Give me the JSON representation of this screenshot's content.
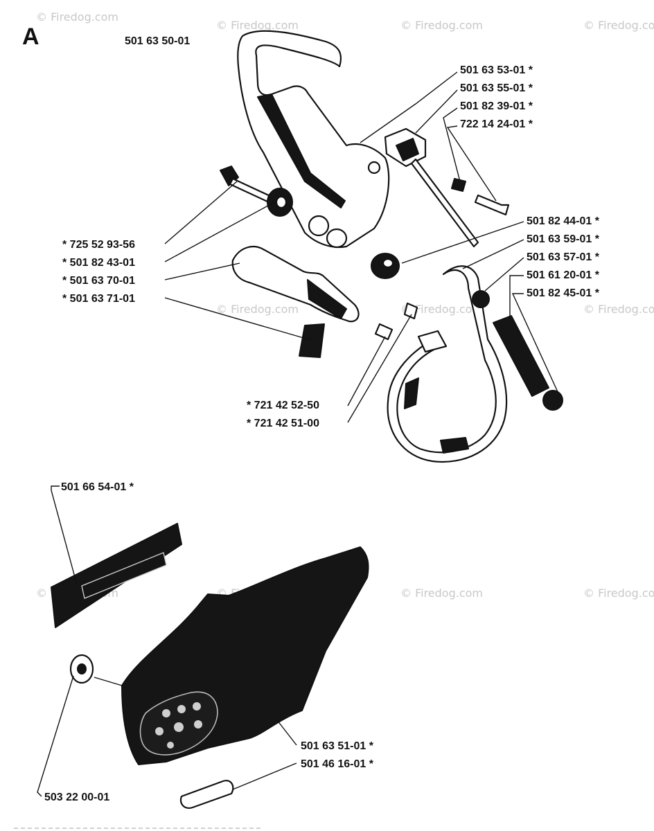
{
  "section_letter": "A",
  "watermark": "© Firedog.com",
  "labels": {
    "top": "501 63 50-01",
    "r1": "501 63 53-01 *",
    "r2": "501 63 55-01 *",
    "r3": "501 82 39-01 *",
    "r4": "722 14 24-01 *",
    "r5": "501 82 44-01 *",
    "r6": "501 63 59-01 *",
    "r7": "501 63 57-01 *",
    "r8": "501 61 20-01 *",
    "r9": "501 82 45-01 *",
    "l1": "* 725 52 93-56",
    "l2": "* 501 82 43-01",
    "l3": "* 501 63 70-01",
    "l4": "* 501 63 71-01",
    "m1": "* 721 42 52-50",
    "m2": "* 721 42 51-00",
    "b1": "501 66 54-01 *",
    "b2": "501 63 51-01 *",
    "b3": "501 46 16-01 *",
    "b4": "503 22 00-01"
  }
}
